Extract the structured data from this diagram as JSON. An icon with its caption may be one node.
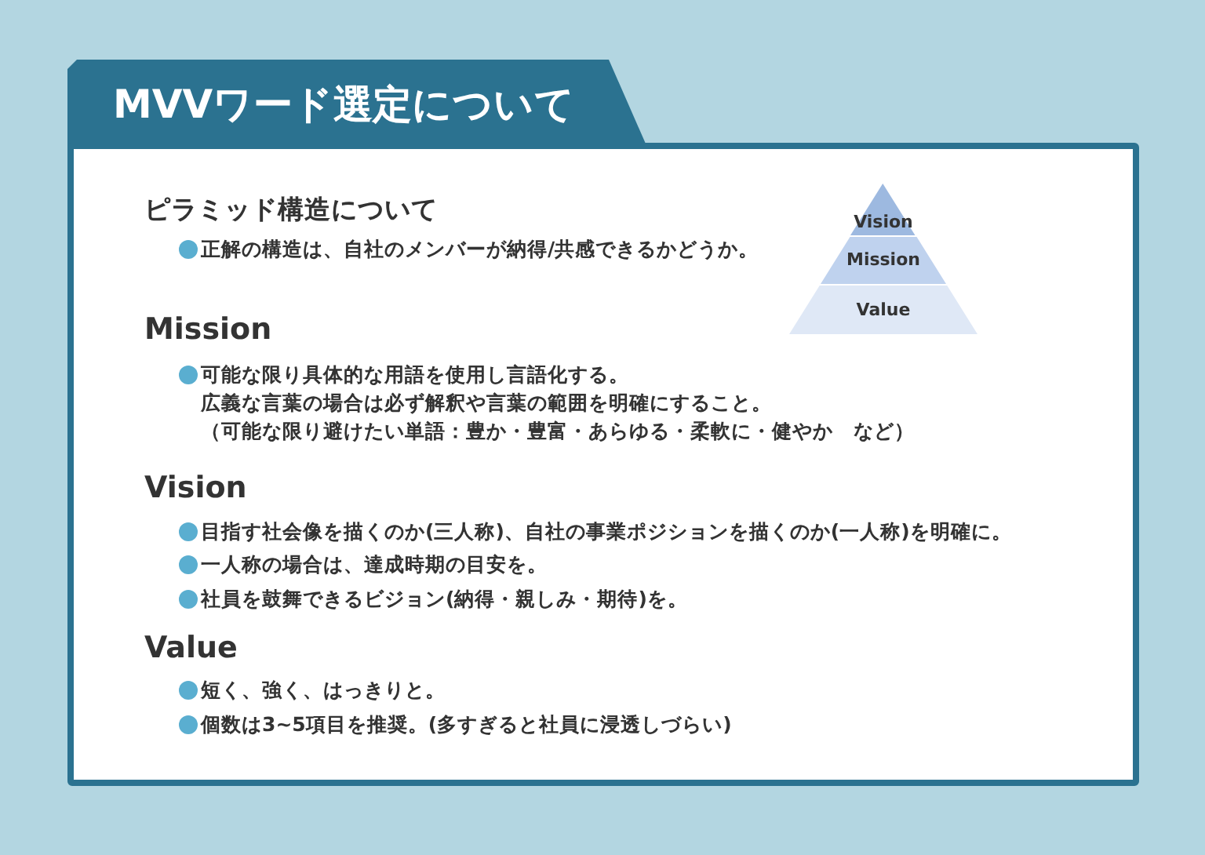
{
  "diagram": {
    "title": "MVVワード選定について",
    "nodes": [
      {
        "text": [
          "Vision"
        ]
      },
      {
        "text": [
          "Mission"
        ]
      },
      {
        "text": [
          "Value"
        ]
      }
    ],
    "labels": [
      "ピラミッド構造について",
      "正解の構造は、自社のメンバーが納得/共感できるかどうか。",
      "Mission",
      "可能な限り具体的な用語を使用し言語化する。",
      "広義な言葉の場合は必ず解釈や言葉の範囲を明確にすること。",
      "（可能な限り避けたい単語：豊か・豊富・あらゆる・柔軟に・健やか　など）",
      "Vision",
      "目指す社会像を描くのか(三人称)、自社の事業ポジションを描くのか(一人称)を明確に。",
      "一人称の場合は、達成時期の目安を。",
      "社員を鼓舞できるビジョン(納得・親しみ・期待)を。",
      "Value",
      "短く、強く、はっきりと。",
      "個数は3~5項目を推奨。(多すぎると社員に浸透しづらい)"
    ]
  }
}
